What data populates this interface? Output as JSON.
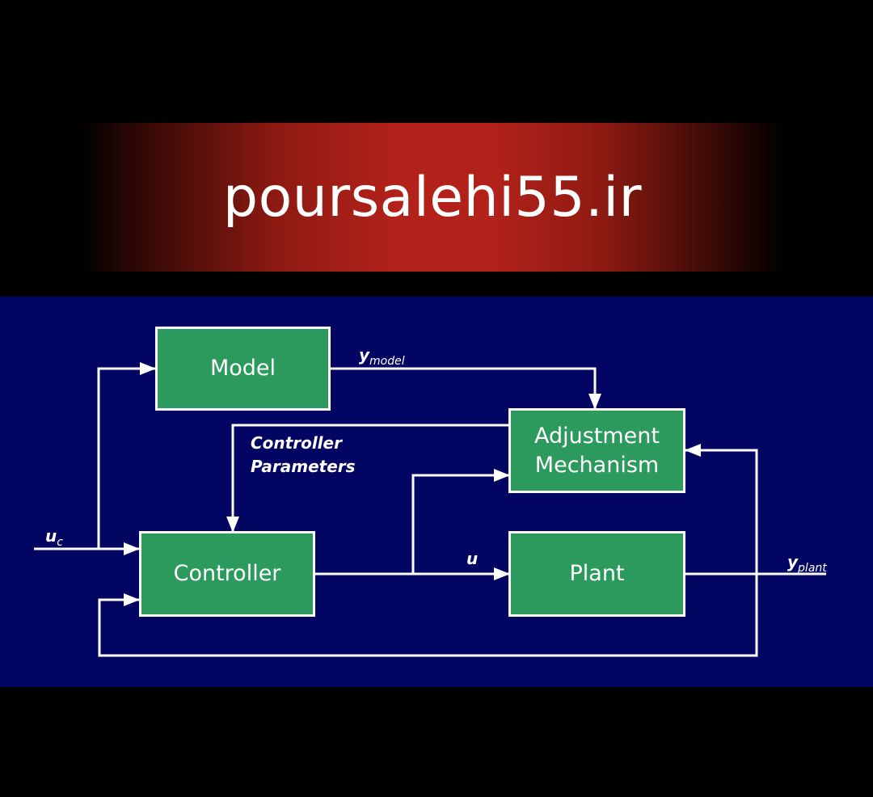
{
  "banner": {
    "text": "poursalehi55.ir"
  },
  "diagram": {
    "blocks": {
      "model": "Model",
      "adjustment_line1": "Adjustment",
      "adjustment_line2": "Mechanism",
      "controller": "Controller",
      "plant": "Plant"
    },
    "labels": {
      "y_model": "y",
      "y_model_sub": "model",
      "controller_params_line1": "Controller",
      "controller_params_line2": "Parameters",
      "u_c": "u",
      "u_c_sub": "c",
      "u": "u",
      "y_plant": "y",
      "y_plant_sub": "plant"
    }
  }
}
